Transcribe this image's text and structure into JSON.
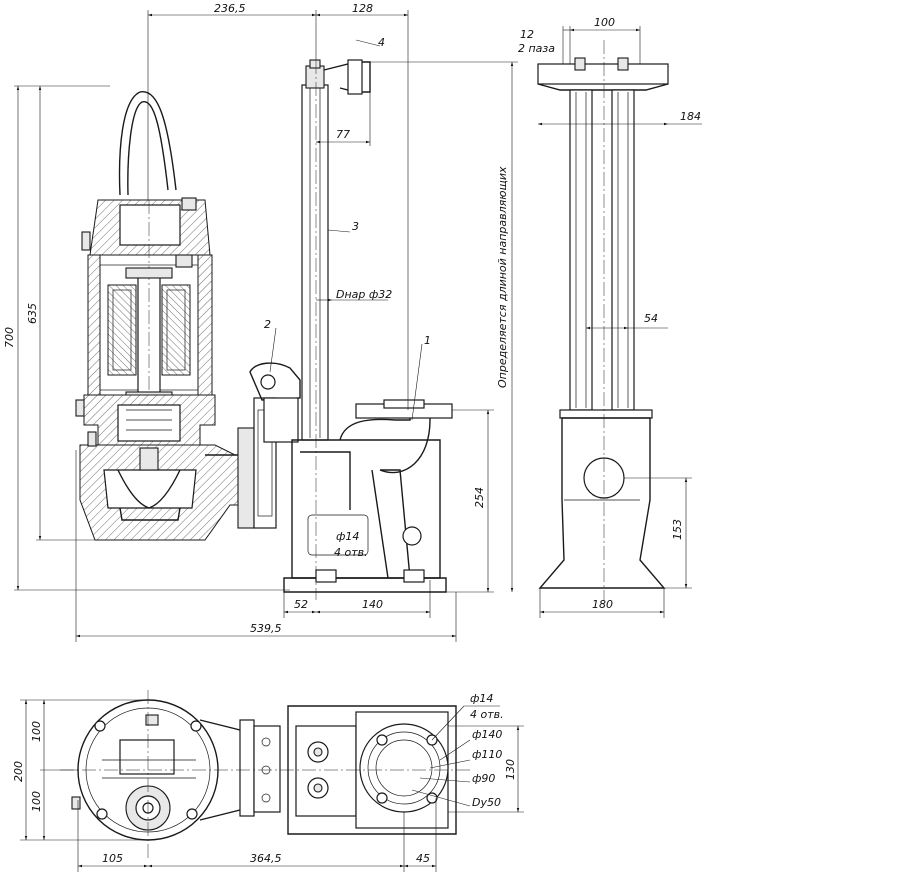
{
  "drawing": {
    "dimensions": {
      "d_236_5": "236,5",
      "d_128": "128",
      "d_12": "12",
      "d_2slots": "2 паза",
      "d_100_top": "100",
      "d_184": "184",
      "d_77": "77",
      "d_dnar32": "Dнар ф32",
      "d_54": "54",
      "d_700": "700",
      "d_635": "635",
      "d_254": "254",
      "d_153": "153",
      "d_52": "52",
      "d_140": "140",
      "d_180": "180",
      "d_539_5": "539,5",
      "d_phi14": "ф14",
      "d_4holes": "4 отв.",
      "d_200": "200",
      "d_100_a": "100",
      "d_100_b": "100",
      "d_105": "105",
      "d_364_5": "364,5",
      "d_45": "45",
      "d_130": "130",
      "d_phi14_plan": "ф14",
      "d_4holes_plan": "4 отв.",
      "d_phi140": "ф140",
      "d_phi110": "ф110",
      "d_phi90": "ф90",
      "d_dy50": "Dy50"
    },
    "guide_note": "Определяется длиной направляющих",
    "callouts": {
      "c1": "1",
      "c2": "2",
      "c3": "3",
      "c4": "4"
    }
  }
}
